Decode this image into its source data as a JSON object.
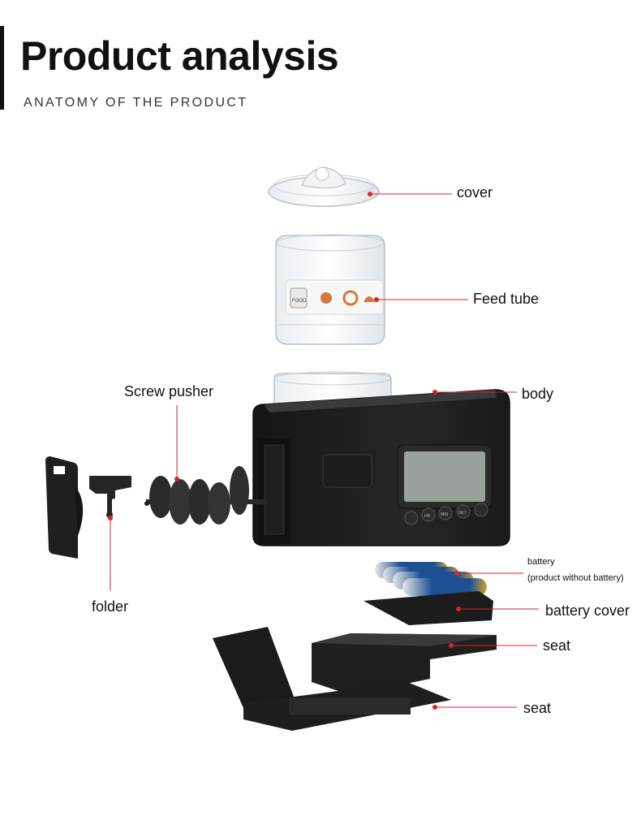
{
  "header": {
    "title": "Product analysis",
    "subtitle": "ANATOMY OF THE PRODUCT"
  },
  "labels": {
    "cover": "cover",
    "feed_tube": "Feed tube",
    "screw_pusher": "Screw pusher",
    "body": "body",
    "battery": "battery",
    "battery_note": "(product without battery)",
    "folder": "folder",
    "battery_cover": "battery cover",
    "seat_upper": "seat",
    "seat_lower": "seat"
  },
  "device_buttons": [
    "HR",
    "MIN",
    "SET"
  ],
  "tube_sticker": {
    "food_text": "FOOD"
  },
  "colors": {
    "leader_line": "#d9232b",
    "device_body": "#1e1e1e",
    "lcd": "#9aa19a",
    "battery_blue": "#1c4f93",
    "battery_gold": "#c9a23a"
  }
}
